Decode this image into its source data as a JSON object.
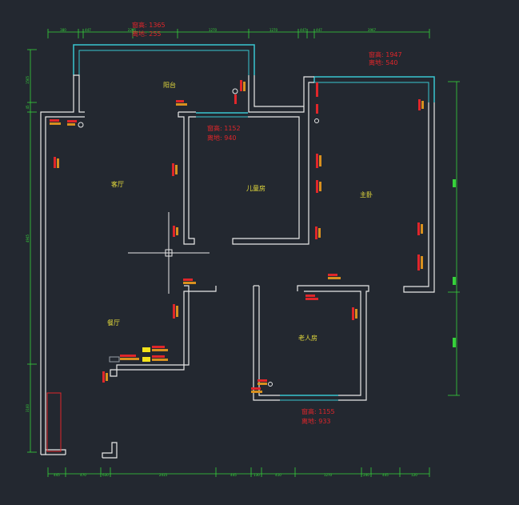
{
  "colors": {
    "background": "#232830",
    "wall": "#e8e8e8",
    "window": "#39c6d0",
    "dimension": "#36d23a",
    "socket": "#e0262a",
    "socket_base": "#d8901e",
    "room_label": "#e6dc3c",
    "window_label": "#e0262a",
    "highlight": "#f3e21a"
  },
  "rooms": {
    "balcony": "阳台",
    "living_room": "客厅",
    "children_room": "儿童房",
    "master_bedroom": "主卧",
    "dining_room": "餐厅",
    "elderly_room": "老人房"
  },
  "windows": [
    {
      "height_label": "窗高: 1365",
      "sill_label": "离地: 255"
    },
    {
      "height_label": "窗高: 1947",
      "sill_label": "离地: 540"
    },
    {
      "height_label": "窗高: 1152",
      "sill_label": "离地: 940"
    },
    {
      "height_label": "窗高: 1155",
      "sill_label": "离地: 933"
    }
  ],
  "dimensions": {
    "top": [
      "380",
      "447",
      "2205",
      "1270",
      "1270",
      "447",
      "447",
      "3967"
    ],
    "bottom": [
      "445",
      "470",
      "630",
      "2415",
      "445",
      "130",
      "410",
      "1270",
      "240",
      "445",
      "120"
    ],
    "left": [
      "1565",
      "45",
      "4945",
      "3160"
    ]
  },
  "icons": [
    "socket-icon",
    "crosshair-cursor-icon"
  ]
}
